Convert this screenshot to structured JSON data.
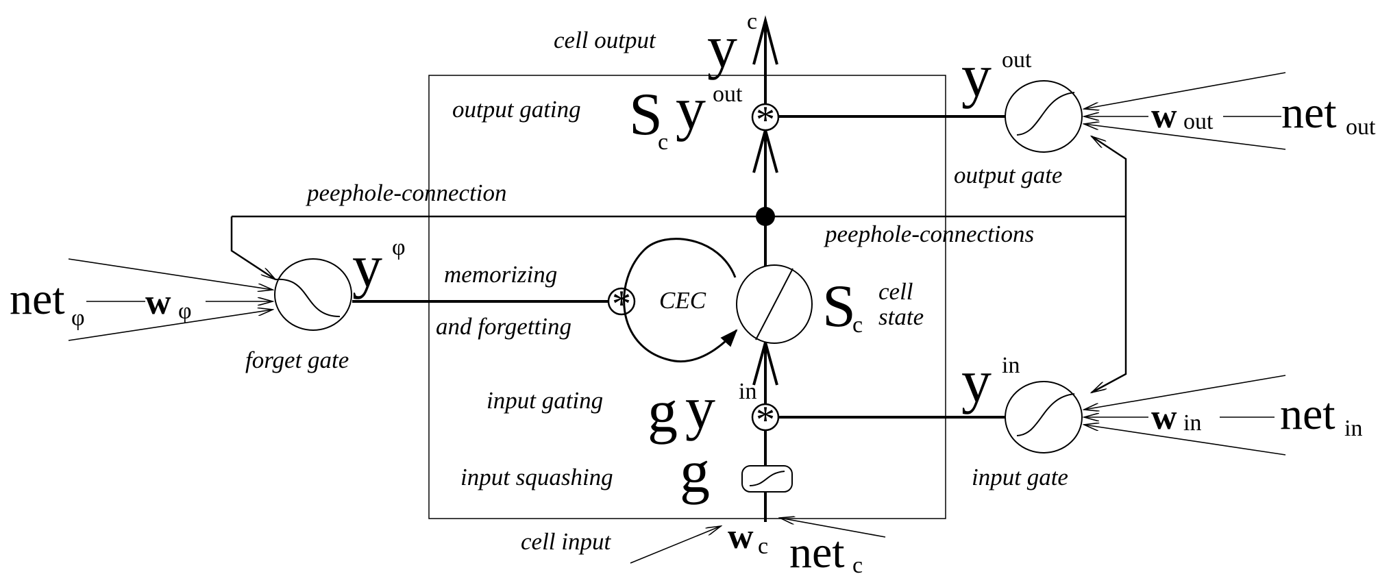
{
  "labels": {
    "cell_output": "cell output",
    "output_gating": "output gating",
    "peephole_connection": "peephole-connection",
    "peephole_connections": "peephole-connections",
    "memorizing": "memorizing",
    "and_forgetting": "and forgetting",
    "cec": "CEC",
    "cell": "cell",
    "state": "state",
    "input_gating": "input gating",
    "input_squashing": "input squashing",
    "cell_input": "cell input",
    "forget_gate": "forget gate",
    "output_gate": "output gate",
    "input_gate": "input gate"
  },
  "symbols": {
    "y": "y",
    "c": "c",
    "out": "out",
    "in": "in",
    "phi": "φ",
    "S": "S",
    "g": "g",
    "w": "w",
    "net": "net",
    "star": "*"
  },
  "colors": {
    "stroke": "#000000",
    "background": "#ffffff"
  }
}
